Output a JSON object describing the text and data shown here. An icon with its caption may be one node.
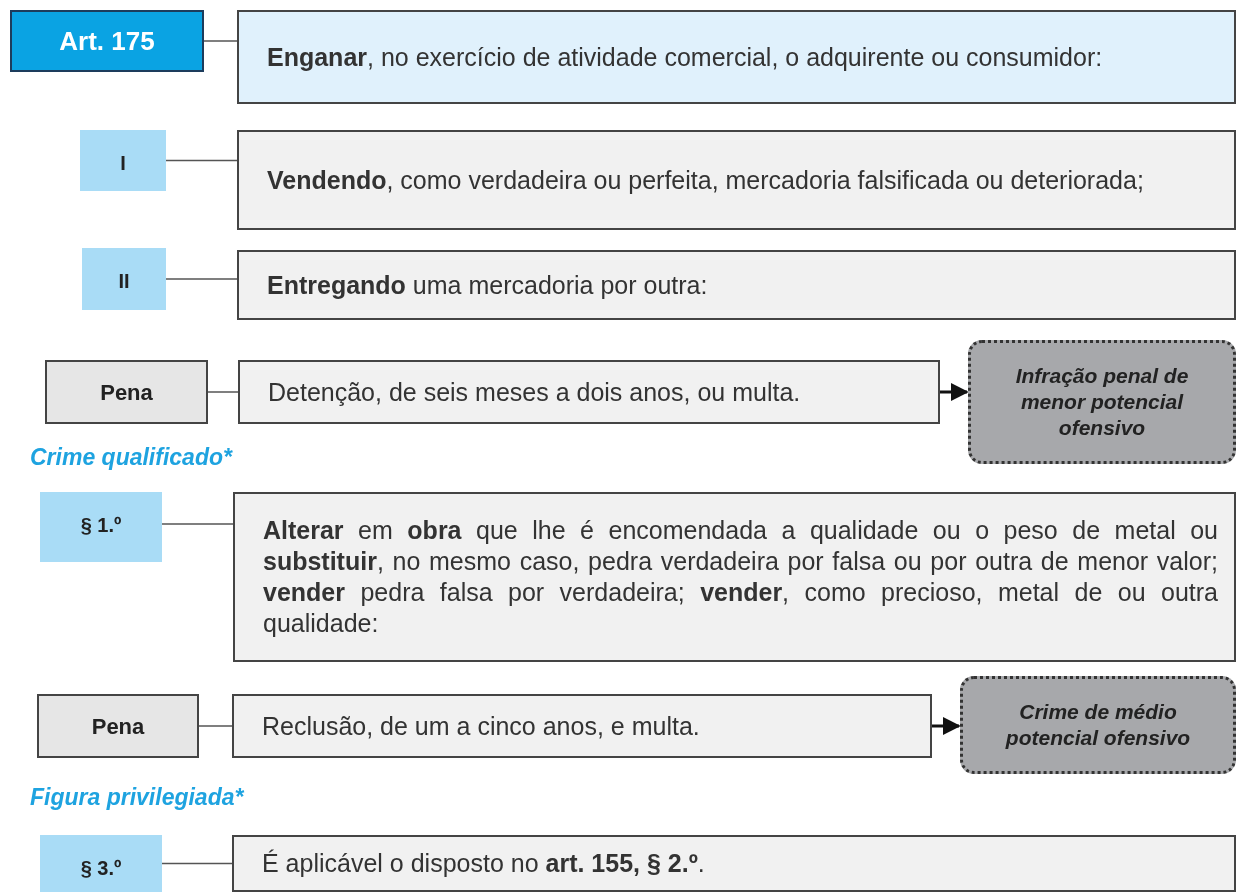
{
  "diagram": {
    "nodes": [
      {
        "text": [
          "Art. 175"
        ]
      },
      {
        "text": [
          "**Enganar**, no exercício de atividade comercial, o adquirente ou consumidor:"
        ]
      },
      {
        "text": [
          "I"
        ]
      },
      {
        "text": [
          "**Vendendo**, como verdadeira ou perfeita, mercadoria falsificada ou deteriorada;"
        ]
      },
      {
        "text": [
          "II"
        ]
      },
      {
        "text": [
          "**Entregando** uma mercadoria por outra:"
        ]
      },
      {
        "text": [
          "Pena"
        ]
      },
      {
        "text": [
          "Detenção, de seis meses a dois anos, ou multa."
        ]
      },
      {
        "text": [
          "Infração penal de menor potencial ofensivo"
        ]
      },
      {
        "text": [
          "§ 1.º"
        ]
      },
      {
        "text": [
          "**Alterar** em **obra** que lhe é encomendada a qualidade ou o peso de metal ou **substituir**, no mesmo caso, pedra verdadeira por falsa ou por outra de menor valor; **vender** pedra falsa por verdadeira; **vender**, como precioso, metal de ou outra qualidade:"
        ]
      },
      {
        "text": [
          "Pena"
        ]
      },
      {
        "text": [
          "Reclusão, de um a cinco anos, e multa."
        ]
      },
      {
        "text": [
          "Crime de médio potencial ofensivo"
        ]
      },
      {
        "text": [
          "§ 3.º"
        ]
      },
      {
        "text": [
          "É aplicável o disposto no **art. 155, § 2.º**."
        ]
      }
    ],
    "edges": [
      {
        "from": 0,
        "to": 1,
        "arrow": "none"
      },
      {
        "from": 2,
        "to": 3,
        "arrow": "none"
      },
      {
        "from": 4,
        "to": 5,
        "arrow": "none"
      },
      {
        "from": 6,
        "to": 7,
        "arrow": "none"
      },
      {
        "from": 7,
        "to": 8,
        "arrow": "to"
      },
      {
        "from": 9,
        "to": 10,
        "arrow": "none"
      },
      {
        "from": 11,
        "to": 12,
        "arrow": "none"
      },
      {
        "from": 12,
        "to": 13,
        "arrow": "to"
      },
      {
        "from": 14,
        "to": 15,
        "arrow": "none"
      }
    ],
    "labels": [
      "Crime qualificado*",
      "Figura privilegiada*"
    ]
  }
}
